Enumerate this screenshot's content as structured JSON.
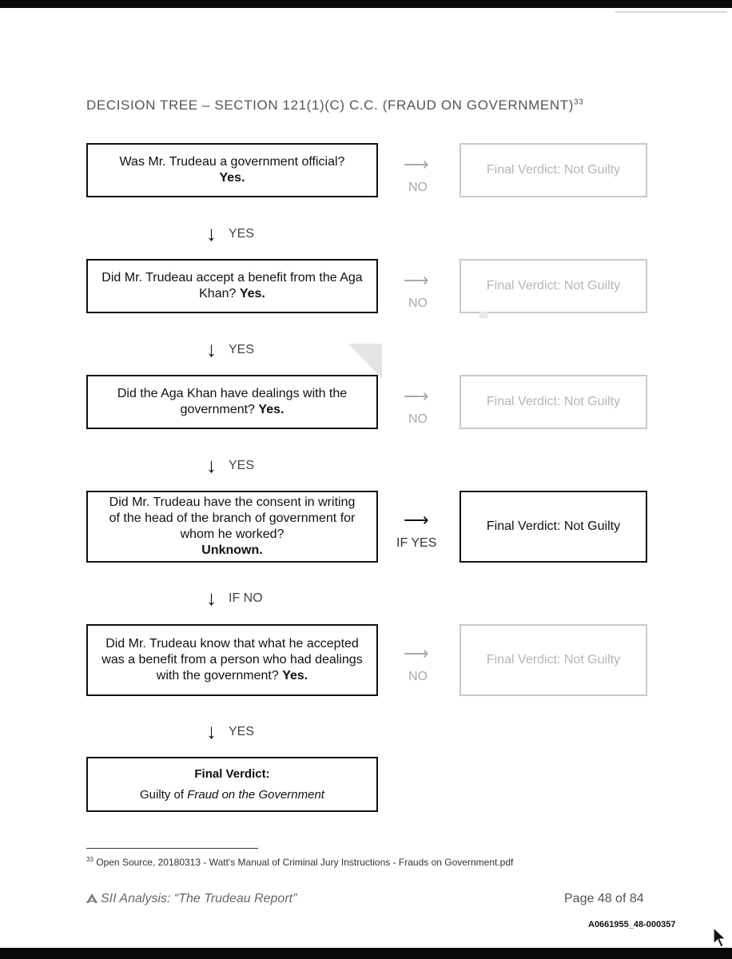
{
  "title": "DECISION TREE – SECTION 121(1)(C) C.C. (FRAUD ON GOVERNMENT)",
  "title_footnote_ref": "33",
  "steps": [
    {
      "question": "Was Mr. Trudeau a government official?",
      "answer": "Yes.",
      "side_label": "NO",
      "verdict": "Final Verdict: Not Guilty",
      "down_label": "YES"
    },
    {
      "question": "Did Mr. Trudeau accept a benefit from the Aga Khan?",
      "answer": "Yes.",
      "side_label": "NO",
      "verdict": "Final Verdict: Not Guilty",
      "down_label": "YES"
    },
    {
      "question": "Did the Aga Khan have dealings with the government?",
      "answer": "Yes.",
      "side_label": "NO",
      "verdict": "Final Verdict: Not Guilty",
      "down_label": "YES"
    },
    {
      "question": "Did Mr. Trudeau have the consent in writing of the head of the branch of government for whom he worked?",
      "answer": "Unknown.",
      "side_label": "IF YES",
      "verdict": "Final Verdict: Not Guilty",
      "down_label": "IF NO"
    },
    {
      "question": "Did Mr. Trudeau know that what he accepted was a benefit from a person who had dealings with the government?",
      "answer": "Yes.",
      "side_label": "NO",
      "verdict": "Final Verdict: Not Guilty",
      "down_label": "YES"
    }
  ],
  "arrow_right": "⟶",
  "arrow_down": "↓",
  "final": {
    "title": "Final Verdict:",
    "prefix": "Guilty of",
    "emphasis": "Fraud on the Government"
  },
  "footnote": {
    "ref": "33",
    "text": "Open Source, 20180313 - Watt's Manual of Criminal Jury Instructions - Frauds on Government.pdf"
  },
  "footer": {
    "left": "SII Analysis: “The Trudeau Report”",
    "right": "Page 48 of 84",
    "doc_id": "A0661955_48-000357"
  },
  "icons": {
    "logo": "sii-logo-icon",
    "cursor": "mouse-pointer-icon"
  }
}
